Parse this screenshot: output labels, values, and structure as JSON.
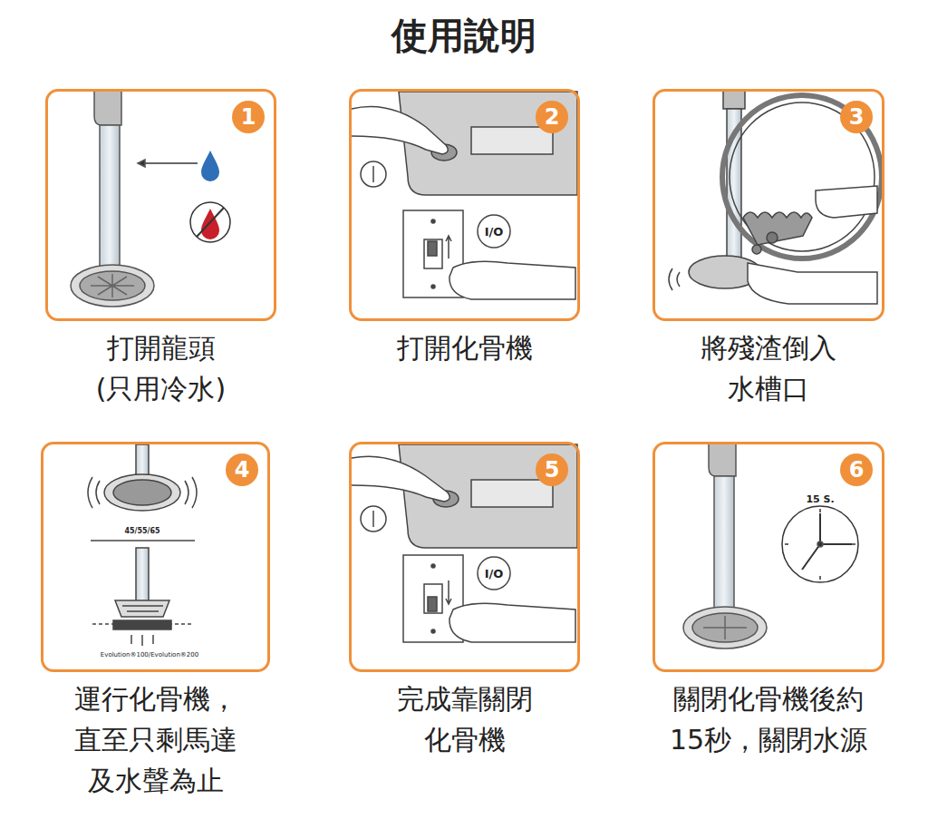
{
  "diagram": {
    "title": "使用說明",
    "nodes": [
      {
        "text": [
          "打開龍頭 (只用冷水)"
        ]
      },
      {
        "text": [
          "1"
        ],
        "in": 0
      },
      {
        "text": [
          "打開化骨機"
        ]
      },
      {
        "text": [
          "2"
        ],
        "in": 2
      },
      {
        "text": [
          "將殘渣倒入 水槽口"
        ]
      },
      {
        "text": [
          "3"
        ],
        "in": 4
      },
      {
        "text": [
          "運行化骨機， 直至只剩馬達 及水聲為止"
        ]
      },
      {
        "text": [
          "4"
        ],
        "in": 6
      },
      {
        "text": [
          "完成靠關閉 化骨機"
        ]
      },
      {
        "text": [
          "5"
        ],
        "in": 8
      },
      {
        "text": [
          "關閉化骨機後約 15秒，關閉水源"
        ]
      },
      {
        "text": [
          "6"
        ],
        "in": 10
      }
    ],
    "labels": [
      "I/O",
      "45/55/65",
      "Evolution®100/Evolution®200",
      "I/O",
      "15 S."
    ]
  }
}
